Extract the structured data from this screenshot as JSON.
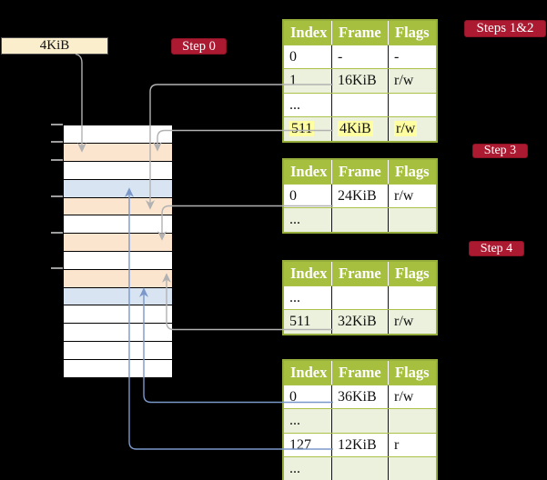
{
  "frame_box": {
    "label": "4KiB"
  },
  "badges": {
    "step0": "Step 0",
    "steps12": "Steps 1&2",
    "step3": "Step 3",
    "step4": "Step 4"
  },
  "memory": {
    "rows": [
      "free",
      "table",
      "free",
      "data",
      "table",
      "free",
      "table",
      "free",
      "table",
      "data",
      "free",
      "free",
      "free",
      "free"
    ]
  },
  "tables": [
    {
      "name": "page-table-steps-1-2",
      "headers": [
        "Index",
        "Frame",
        "Flags"
      ],
      "rows": [
        {
          "cells": [
            "0",
            "-",
            "-"
          ],
          "shaded": false,
          "highlighted": false
        },
        {
          "cells": [
            "1",
            "16KiB",
            "r/w"
          ],
          "shaded": true,
          "highlighted": false
        },
        {
          "cells": [
            "...",
            "",
            ""
          ],
          "shaded": false,
          "highlighted": false
        },
        {
          "cells": [
            "511",
            "4KiB",
            "r/w"
          ],
          "shaded": true,
          "highlighted": true
        }
      ]
    },
    {
      "name": "page-table-step-3",
      "headers": [
        "Index",
        "Frame",
        "Flags"
      ],
      "rows": [
        {
          "cells": [
            "0",
            "24KiB",
            "r/w"
          ],
          "shaded": false,
          "highlighted": false
        },
        {
          "cells": [
            "...",
            "",
            ""
          ],
          "shaded": true,
          "highlighted": false
        }
      ]
    },
    {
      "name": "page-table-step-4",
      "headers": [
        "Index",
        "Frame",
        "Flags"
      ],
      "rows": [
        {
          "cells": [
            "...",
            "",
            ""
          ],
          "shaded": false,
          "highlighted": false
        },
        {
          "cells": [
            "511",
            "32KiB",
            "r/w"
          ],
          "shaded": true,
          "highlighted": false
        }
      ]
    },
    {
      "name": "page-table-leaf",
      "headers": [
        "Index",
        "Frame",
        "Flags"
      ],
      "rows": [
        {
          "cells": [
            "0",
            "36KiB",
            "r/w"
          ],
          "shaded": false,
          "highlighted": false
        },
        {
          "cells": [
            "...",
            "",
            ""
          ],
          "shaded": true,
          "highlighted": false
        },
        {
          "cells": [
            "127",
            "12KiB",
            "r"
          ],
          "shaded": false,
          "highlighted": false
        },
        {
          "cells": [
            "...",
            "",
            ""
          ],
          "shaded": true,
          "highlighted": false
        }
      ]
    }
  ],
  "edges": [
    {
      "name": "edge-4kib-box-to-frame-4kib",
      "color": "gray"
    },
    {
      "name": "edge-entry-1-to-frame-16kib",
      "color": "gray"
    },
    {
      "name": "edge-entry-511-to-frame-4kib",
      "color": "gray"
    },
    {
      "name": "edge-entry-0-to-frame-24kib",
      "color": "gray"
    },
    {
      "name": "edge-entry-511-to-frame-32kib",
      "color": "gray"
    },
    {
      "name": "edge-entry-0-to-frame-36kib",
      "color": "blue"
    },
    {
      "name": "edge-entry-127-to-frame-12kib",
      "color": "blue"
    }
  ],
  "colors": {
    "background": "#000000",
    "badge_red": "#ab1a31",
    "header_green": "#a6bf3f",
    "row_light_green": "#ebf1dd",
    "table_border_olive": "#95ae3c",
    "memory_free_white": "#ffffff",
    "memory_page_table_peach": "#fce5cf",
    "memory_data_page_blue": "#d9e4f3",
    "frame_box_cream": "#fbeecd",
    "edge_gray": "#b2b2b2",
    "edge_blue": "#7b98ca",
    "highlight_yellow": "#ffffa2"
  }
}
